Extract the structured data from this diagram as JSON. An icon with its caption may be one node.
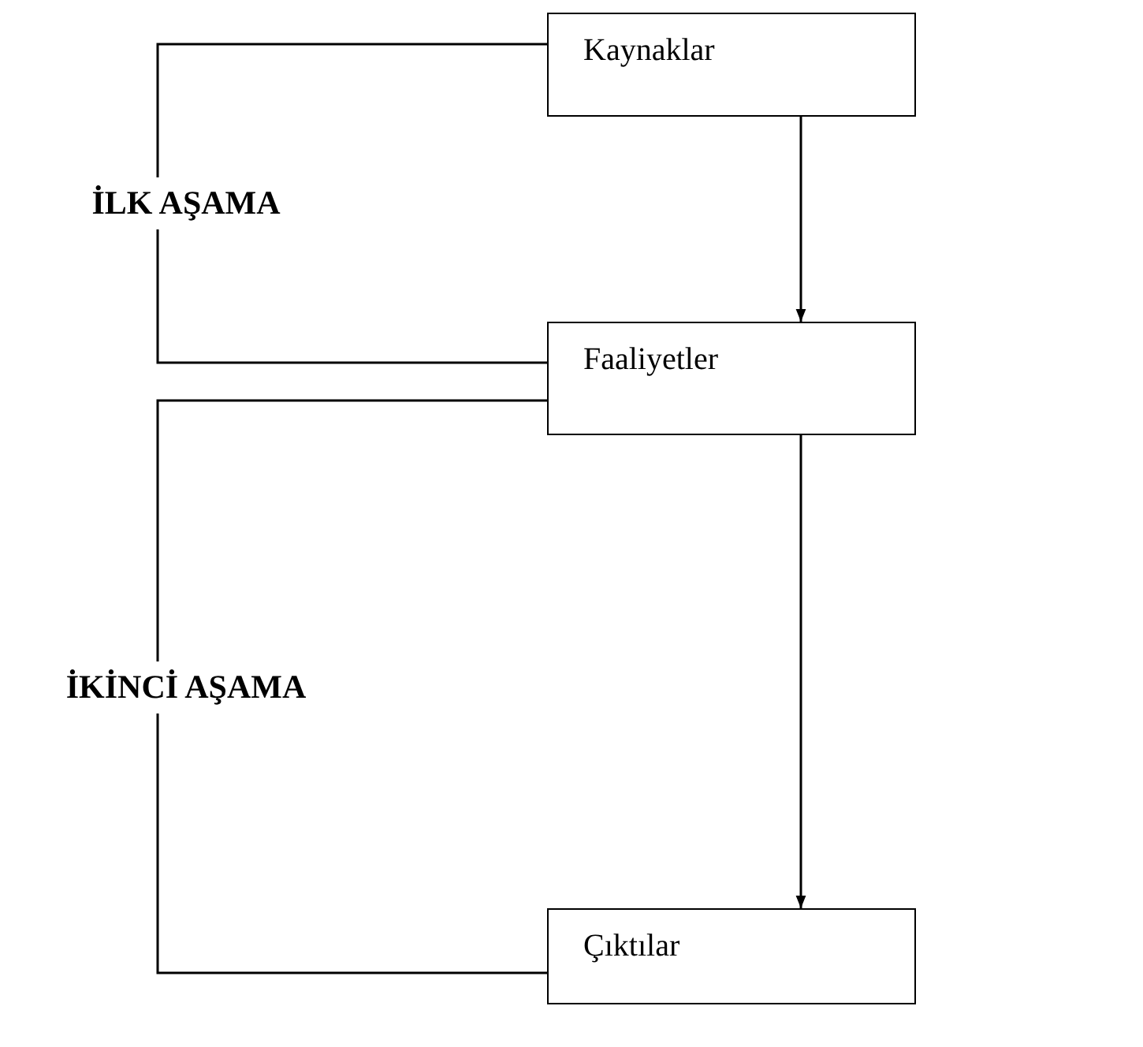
{
  "diagram": {
    "nodes": [
      {
        "text": [
          "Kaynaklar"
        ]
      },
      {
        "text": [
          "Faaliyetler"
        ]
      },
      {
        "text": [
          "Çıktılar"
        ]
      }
    ],
    "edges": [
      {
        "from": 0,
        "to": 1,
        "arrow": "to"
      },
      {
        "from": 1,
        "to": 2,
        "arrow": "to"
      },
      {
        "from": 0,
        "to": 1,
        "arrow": "none",
        "label": "İLK AŞAMA"
      },
      {
        "from": 1,
        "to": 2,
        "arrow": "none",
        "label": "İKİNCİ AŞAMA"
      }
    ]
  }
}
